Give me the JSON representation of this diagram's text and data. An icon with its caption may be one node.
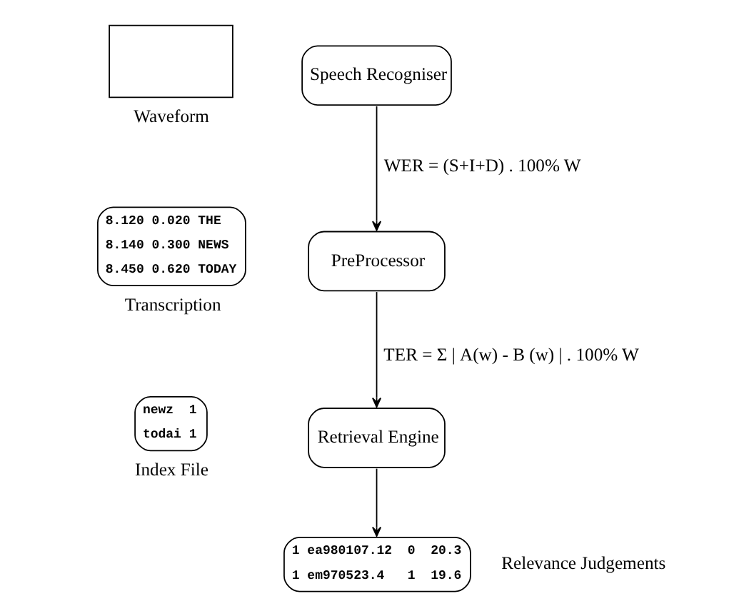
{
  "diagram": {
    "nodes": [
      {
        "text": [],
        "shape": "box",
        "beside": [
          "Waveform"
        ]
      },
      {
        "text": [
          "8.120 0.020 THE",
          "8.140 0.300 NEWS",
          "8.450 0.620 TODAY"
        ],
        "beside": [
          "Transcription"
        ]
      },
      {
        "text": [
          "newz  1",
          "todai 1"
        ],
        "beside": [
          "Index File"
        ]
      },
      {
        "text": [
          "Speech Recogniser"
        ]
      },
      {
        "text": [
          "PreProcessor"
        ]
      },
      {
        "text": [
          "Retrieval Engine"
        ]
      },
      {
        "text": [
          "1 ea980107.12  0  20.3",
          "1 em970523.4   1  19.6"
        ],
        "beside": [
          "Relevance Judgements"
        ]
      }
    ],
    "edges": [
      {
        "from": 3,
        "to": 4,
        "arrow": "to",
        "label": "WER = (S+I+D) . 100% W"
      },
      {
        "from": 4,
        "to": 5,
        "arrow": "to",
        "label": "TER = Σ | A(w) - B (w) | . 100% W"
      },
      {
        "from": 5,
        "to": 6,
        "arrow": "to"
      }
    ]
  }
}
